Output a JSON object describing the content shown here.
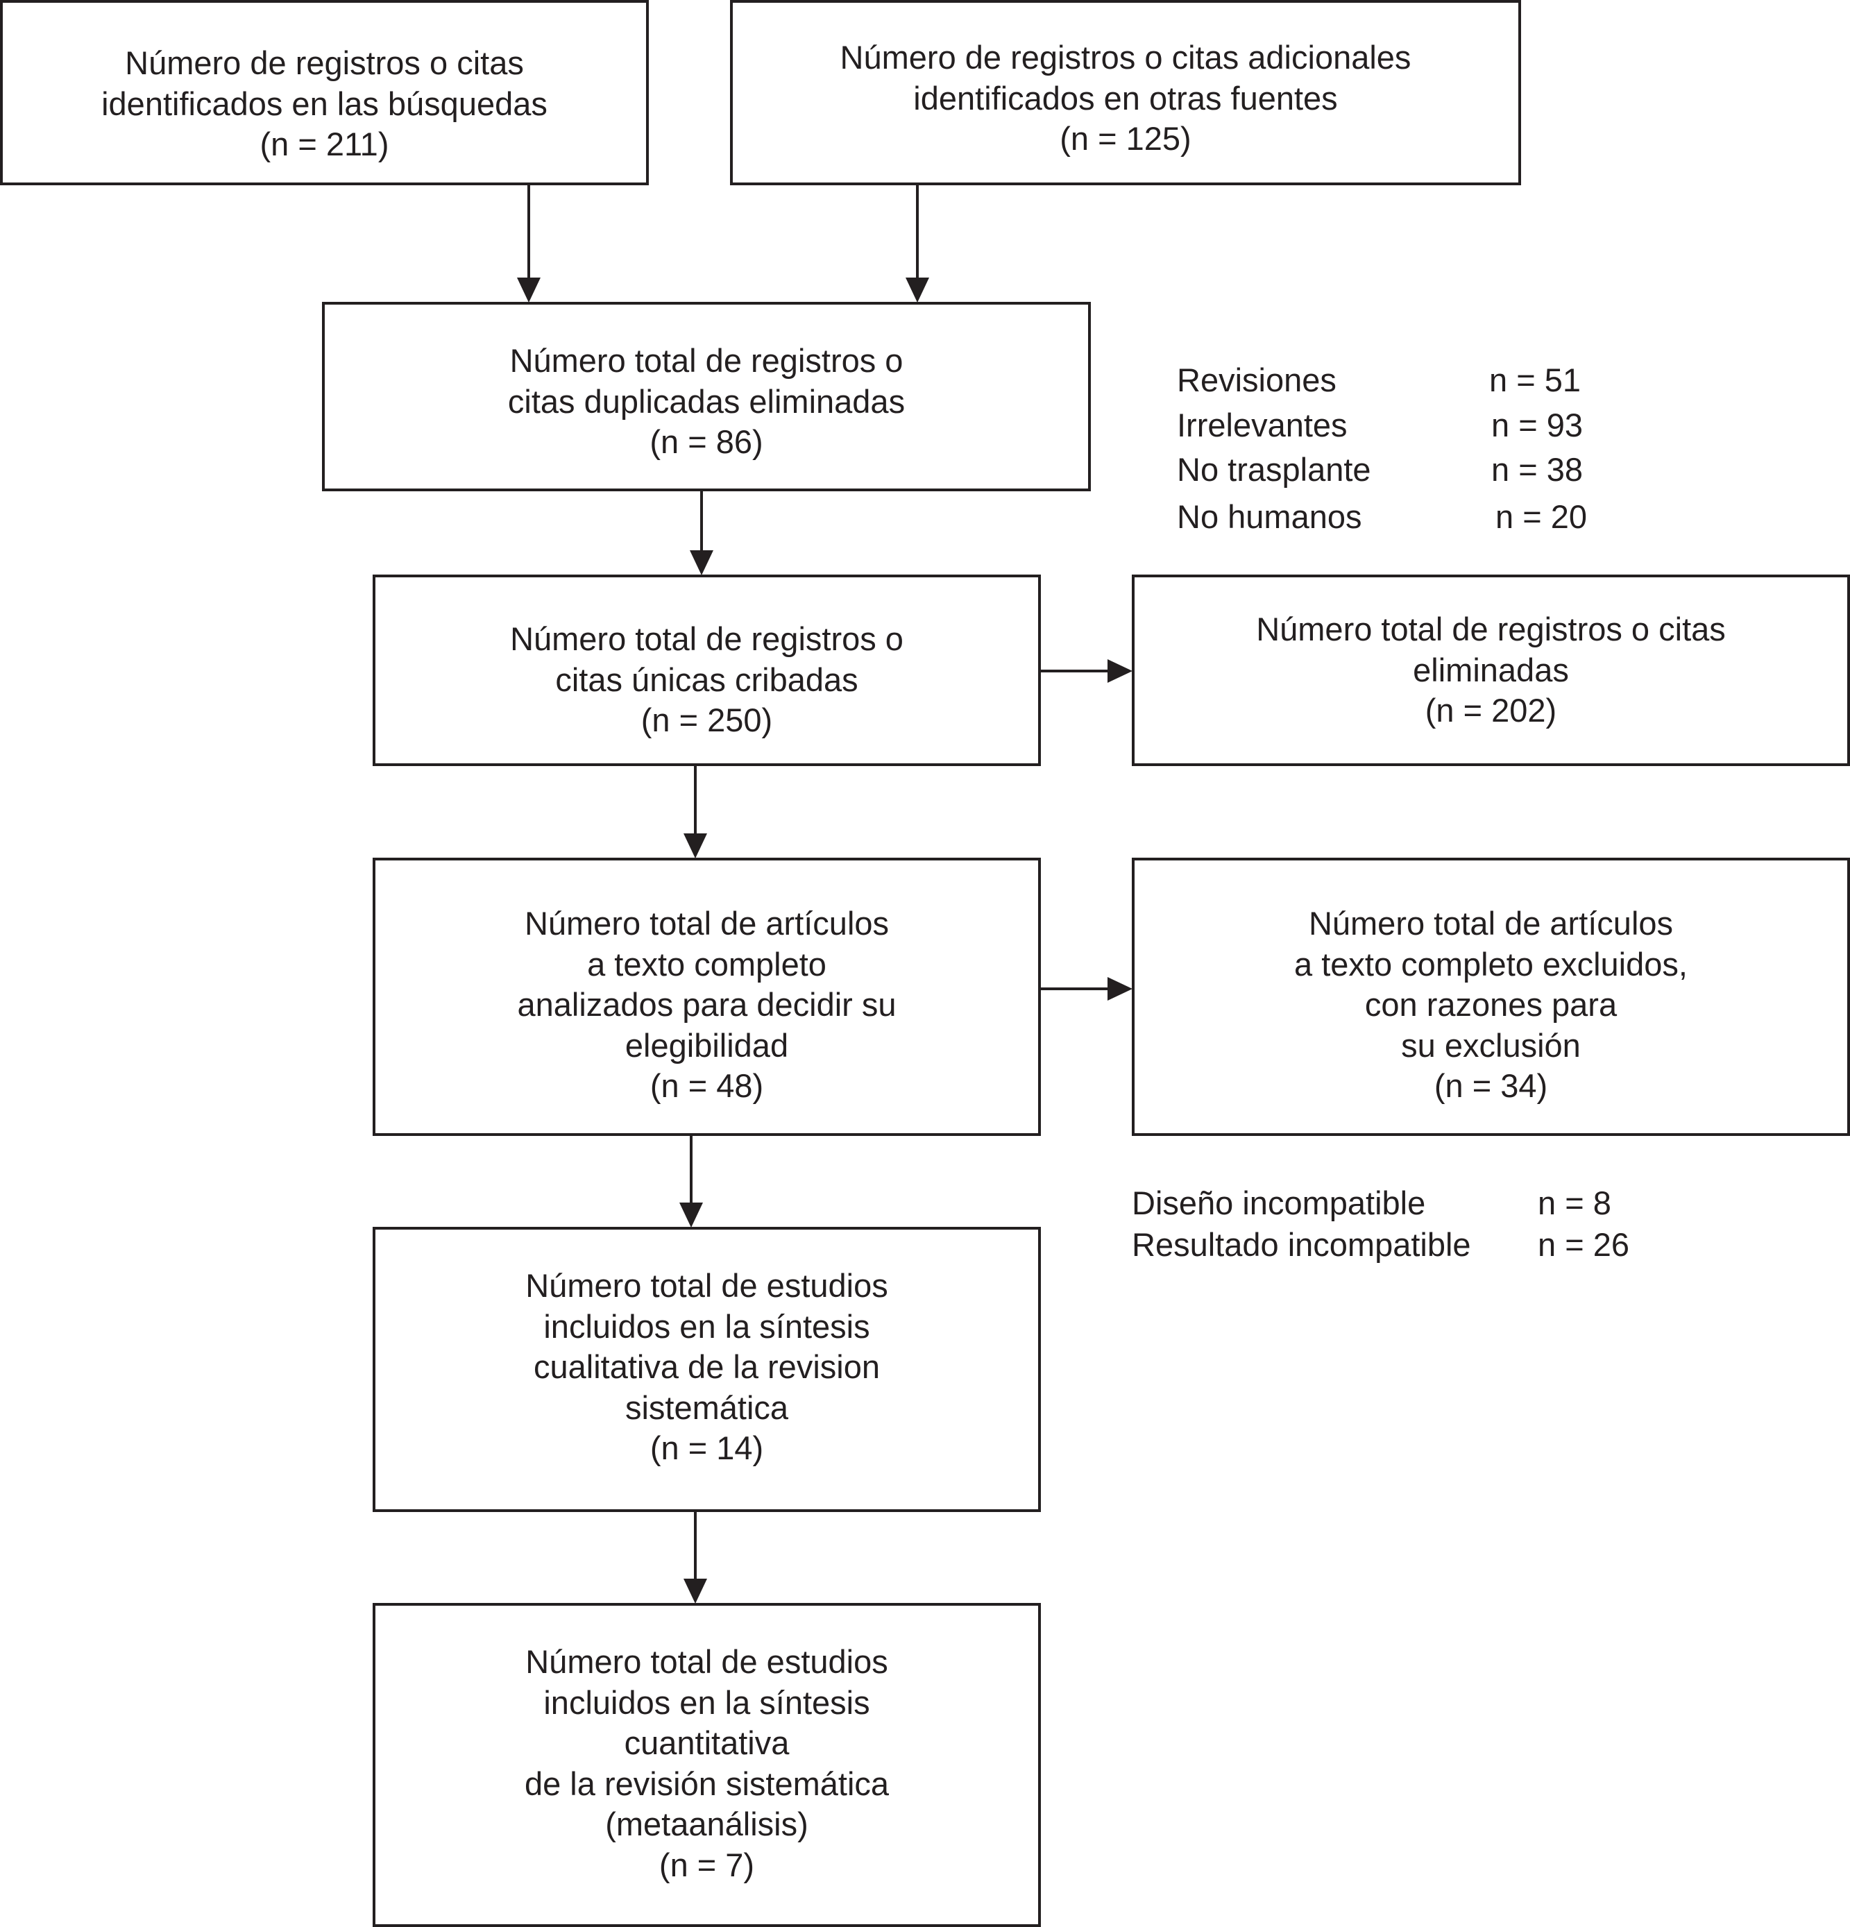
{
  "boxes": {
    "identified_searches": [
      "Número de registros o citas",
      "identificados en las búsquedas",
      "(n = 211)"
    ],
    "identified_other": [
      "Número de registros o citas adicionales",
      "identificados en otras fuentes",
      "(n = 125)"
    ],
    "duplicates_removed": [
      "Número total de registros o",
      "citas duplicadas eliminadas",
      "(n = 86)"
    ],
    "screened": [
      "Número total de registros o",
      "citas únicas cribadas",
      "(n = 250)"
    ],
    "records_excluded": [
      "Número total de registros o citas",
      "eliminadas",
      "(n = 202)"
    ],
    "fulltext_assessed": [
      "Número total de artículos",
      "a texto completo",
      "analizados para decidir su",
      "elegibilidad",
      "(n = 48)"
    ],
    "fulltext_excluded": [
      "Número total de artículos",
      "a texto completo excluidos,",
      "con razones para",
      "su exclusión",
      "(n = 34)"
    ],
    "qualitative": [
      "Número total de estudios",
      "incluidos en la síntesis",
      "cualitativa de la revision",
      "sistemática",
      "(n = 14)"
    ],
    "quantitative": [
      "Número total de estudios",
      "incluidos en la síntesis",
      "cuantitativa",
      "de la revisión sistemática",
      "(metaanálisis)",
      "(n = 7)"
    ]
  },
  "exclusion_reasons_records": [
    {
      "label": "Revisiones",
      "value": "n = 51"
    },
    {
      "label": "Irrelevantes",
      "value": "n = 93"
    },
    {
      "label": "No trasplante",
      "value": "n = 38"
    },
    {
      "label": "No humanos",
      "value": "n = 20"
    }
  ],
  "exclusion_reasons_fulltext": [
    {
      "label": "Diseño incompatible",
      "value": "n = 8"
    },
    {
      "label": "Resultado incompatible",
      "value": "n = 26"
    }
  ]
}
